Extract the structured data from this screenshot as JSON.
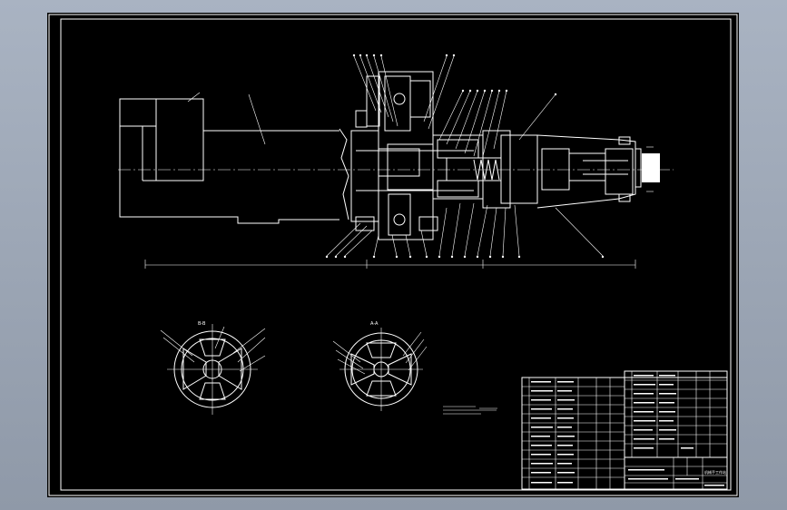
{
  "drawing": {
    "section_labels": {
      "bb": "B-B",
      "aa": "A-A"
    },
    "title_block": {
      "drawing_name": "机械手工作站"
    }
  },
  "colors": {
    "background": "#000000",
    "lines": "#ffffff",
    "frame_bg": "#9aa4b3"
  }
}
